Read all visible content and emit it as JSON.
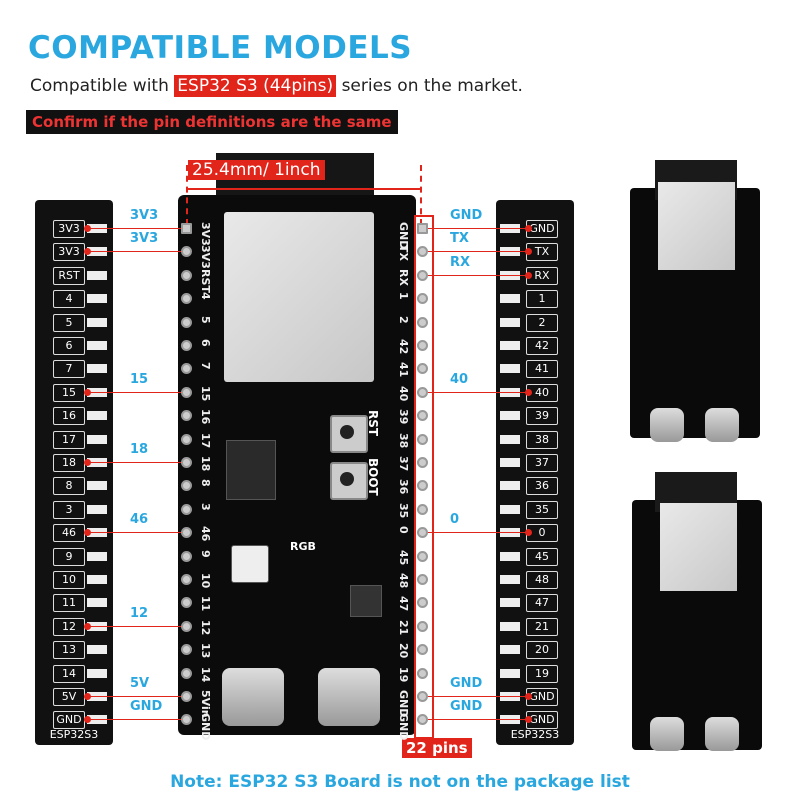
{
  "header": {
    "title": "COMPATIBLE MODELS",
    "subtitle_prefix": "Compatible with",
    "subtitle_highlight": "ESP32 S3 (44pins)",
    "subtitle_suffix": "series on the market.",
    "warning": "Confirm if the pin definitions are the same"
  },
  "dimension": "25.4mm/ 1inch",
  "pins_count": "22 pins",
  "note": "Note: ESP32 S3 Board is not on the package list",
  "left_strip": {
    "pins": [
      "3V3",
      "3V3",
      "RST",
      "4",
      "5",
      "6",
      "7",
      "15",
      "16",
      "17",
      "18",
      "8",
      "3",
      "46",
      "9",
      "10",
      "11",
      "12",
      "13",
      "14",
      "5V",
      "GND"
    ],
    "footer": "ESP32S3"
  },
  "right_strip": {
    "pins": [
      "GND",
      "TX",
      "RX",
      "1",
      "2",
      "42",
      "41",
      "40",
      "39",
      "38",
      "37",
      "36",
      "35",
      "0",
      "45",
      "48",
      "47",
      "21",
      "20",
      "19",
      "GND",
      "GND"
    ],
    "footer": "ESP32S3"
  },
  "board": {
    "left_pins": [
      "3V3",
      "3V3",
      "RST",
      "4",
      "5",
      "6",
      "7",
      "15",
      "16",
      "17",
      "18",
      "8",
      "3",
      "46",
      "9",
      "10",
      "11",
      "12",
      "13",
      "14",
      "5Vin",
      "GND"
    ],
    "right_pins": [
      "GND",
      "TX",
      "RX",
      "1",
      "2",
      "42",
      "41",
      "40",
      "39",
      "38",
      "37",
      "36",
      "35",
      "0",
      "45",
      "48",
      "47",
      "21",
      "20",
      "19",
      "GND",
      "GND"
    ],
    "labels": {
      "rst": "RST",
      "boot": "BOOT",
      "rgb": "RGB"
    }
  },
  "left_annotations": [
    "3V3",
    "3V3",
    "15",
    "18",
    "46",
    "12",
    "5V",
    "GND"
  ],
  "right_annotations": [
    "GND",
    "TX",
    "RX",
    "40",
    "0",
    "GND",
    "GND"
  ],
  "colors": {
    "accent": "#2aa7df",
    "red": "#e1251b",
    "board": "#0b0b0b"
  }
}
